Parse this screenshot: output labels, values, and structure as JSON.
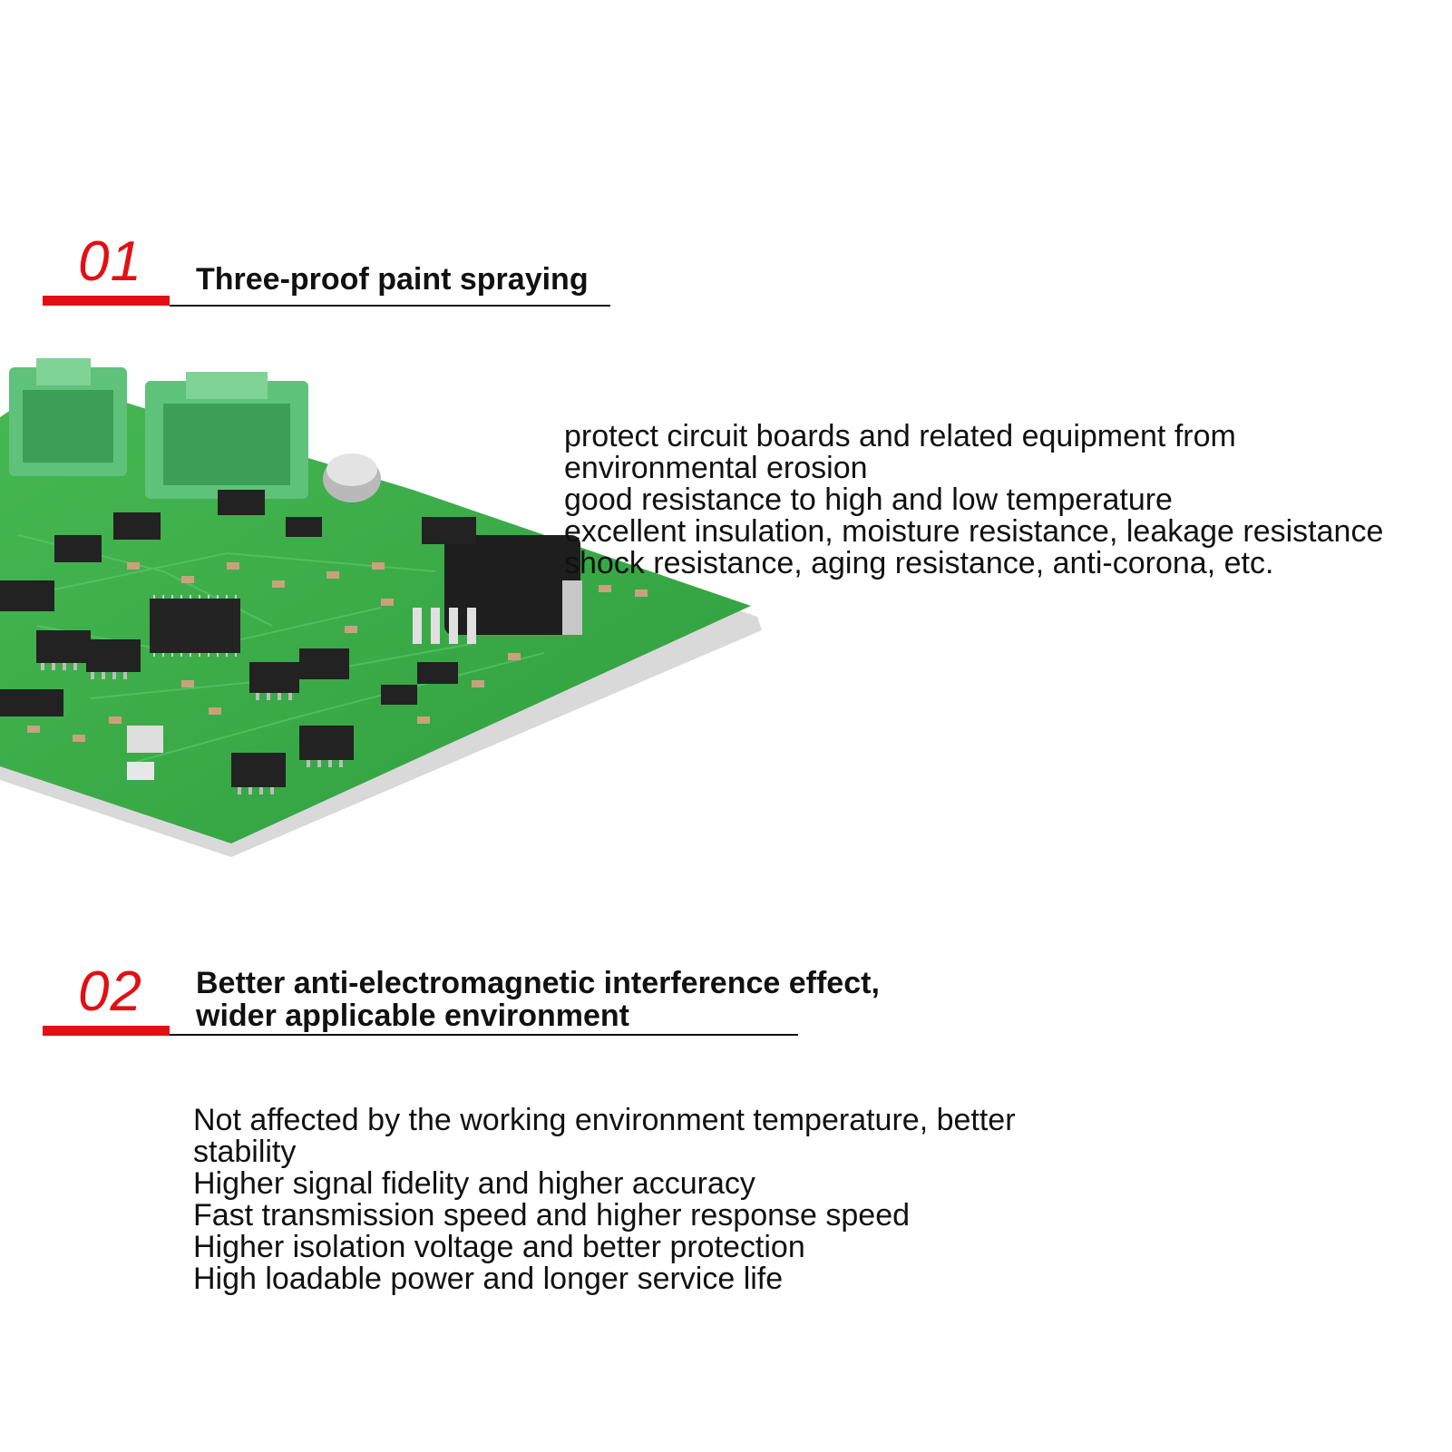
{
  "theme": {
    "accent": "#e30f13",
    "text": "#111111",
    "pcb_green": "#3fb24a"
  },
  "sections": [
    {
      "number": "01",
      "title_lines": [
        "Three-proof paint spraying"
      ],
      "features": [
        "protect circuit boards and related equipment from",
        "environmental erosion",
        "good resistance to high and low temperature",
        "excellent insulation, moisture resistance, leakage resistance",
        "shock resistance, aging resistance, anti-corona, etc."
      ]
    },
    {
      "number": "02",
      "title_lines": [
        "Better anti-electromagnetic interference effect,",
        "wider applicable environment"
      ],
      "features": [
        "Not affected by the working environment temperature, better",
        "stability",
        "Higher signal fidelity and higher accuracy",
        "Fast transmission speed and higher response speed",
        "Higher isolation voltage and better protection",
        "High loadable power and longer service life"
      ]
    }
  ]
}
